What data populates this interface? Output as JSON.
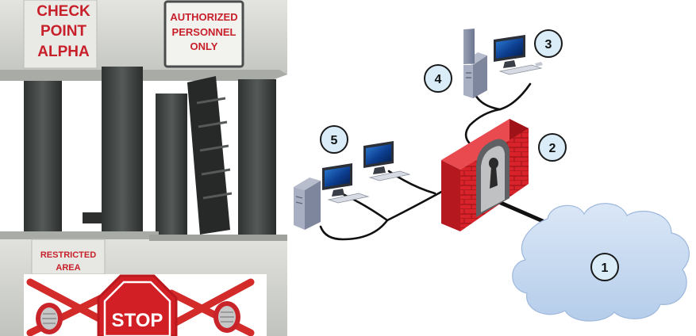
{
  "photo": {
    "sign_check_line1": "CHECK",
    "sign_check_line2": "POINT",
    "sign_check_line3": "ALPHA",
    "sign_auth_line1": "AUTHORIZED",
    "sign_auth_line2": "PERSONNEL",
    "sign_auth_line3": "ONLY",
    "sign_restricted_line1": "RESTRICTED",
    "sign_restricted_line2": "AREA",
    "stop_text": "STOP"
  },
  "diagram": {
    "badges": {
      "internet": "1",
      "firewall": "2",
      "workstation_top": "3",
      "server_top": "4",
      "lan_group": "5"
    }
  },
  "colors": {
    "firewall_red": "#d8232a",
    "cloud_blue": "#c6daf2",
    "badge_fill": "#d9ecf7",
    "cable": "#111111",
    "tower_gray": "#d2d3cf",
    "pillar_dark": "#3e4241",
    "sign_red": "#c8202a"
  }
}
